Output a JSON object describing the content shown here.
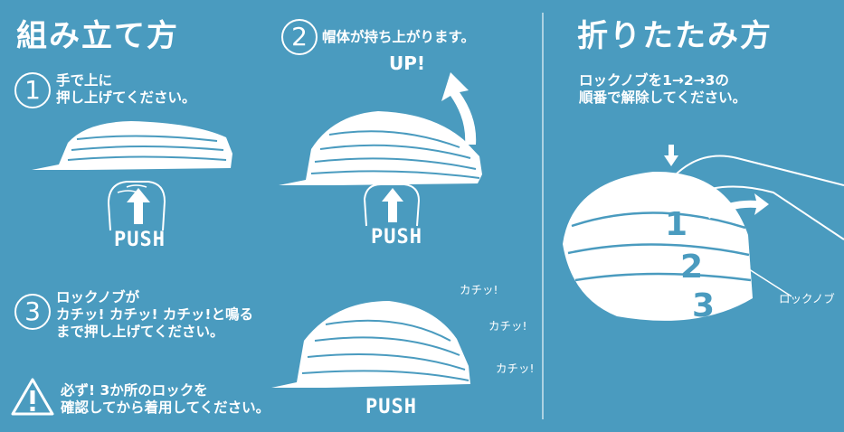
{
  "assembly": {
    "title": "組み立て方",
    "step1": {
      "num": "1",
      "line1": "手で上に",
      "line2": "押し上げてください。",
      "push": "PUSH"
    },
    "step2": {
      "num": "2",
      "text": "帽体が持ち上がります。",
      "up": "UP!",
      "push": "PUSH"
    },
    "step3": {
      "num": "3",
      "line1": "ロックノブが",
      "line2": "カチッ! カチッ! カチッ!と鳴る",
      "line3": "まで押し上げてください。",
      "click1": "カチッ!",
      "click2": "カチッ!",
      "click3": "カチッ!",
      "push": "PUSH"
    },
    "warning": {
      "line1": "必ず! 3か所のロックを",
      "line2": "確認してから着用してください。"
    }
  },
  "folding": {
    "title": "折りたたみ方",
    "line1": "ロックノブを1→2→3の",
    "line2": "順番で解除してください。",
    "knob_nums": [
      "1",
      "2",
      "3"
    ],
    "knob_label": "ロックノブ"
  },
  "colors": {
    "background": "#4a9bbf",
    "foreground": "#ffffff"
  },
  "icons": [
    "warning-icon",
    "up-arrow-icon",
    "curved-arrow-icon",
    "hand-icon",
    "helmet-illustration"
  ]
}
